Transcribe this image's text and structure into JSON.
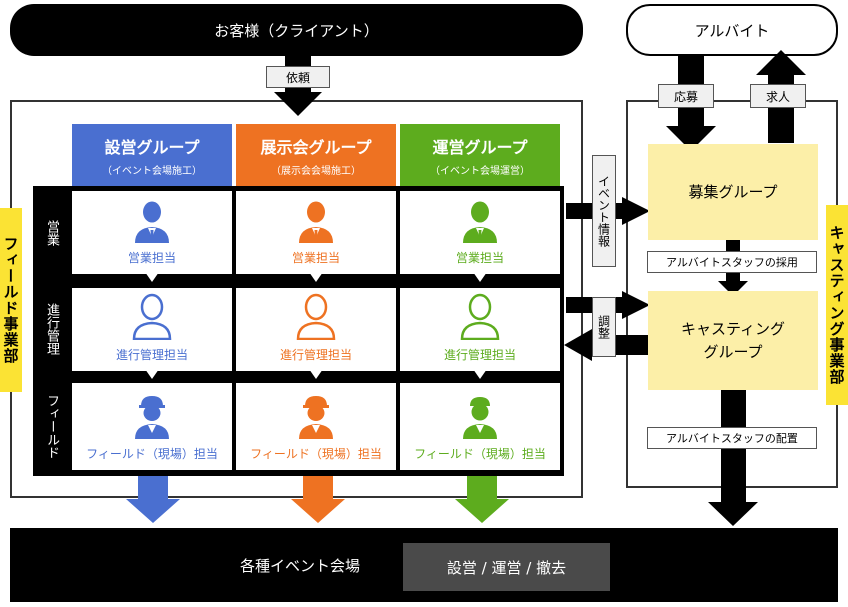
{
  "client": "お客様（クライアント）",
  "arubaito": "アルバイト",
  "irai": "依頼",
  "oubo": "応募",
  "kyujin": "求人",
  "left_division": "フィールド事業部",
  "right_division": "キャスティング事業部",
  "event_info": "イベント情報",
  "chousei": "調整",
  "groups": [
    {
      "title": "設営グループ",
      "sub": "（イベント会場施工）",
      "color": "#4a6fd0"
    },
    {
      "title": "展示会グループ",
      "sub": "（展示会会場施工）",
      "color": "#ee7222"
    },
    {
      "title": "運営グループ",
      "sub": "（イベント会場運営）",
      "color": "#5dac1e"
    }
  ],
  "rows": [
    "営業",
    "進行管理",
    "フィールド"
  ],
  "cells": [
    [
      "営業担当",
      "営業担当",
      "営業担当"
    ],
    [
      "進行管理担当",
      "進行管理担当",
      "進行管理担当"
    ],
    [
      "フィールド（現場）担当",
      "フィールド（現場）担当",
      "フィールド（現場）担当"
    ]
  ],
  "boshu": "募集グループ",
  "saiyo": "アルバイトスタッフの採用",
  "casting_l1": "キャスティング",
  "casting_l2": "グループ",
  "haichi": "アルバイトスタッフの配置",
  "venue": "各種イベント会場",
  "venue_tasks": "設営 / 運営 / 撤去"
}
